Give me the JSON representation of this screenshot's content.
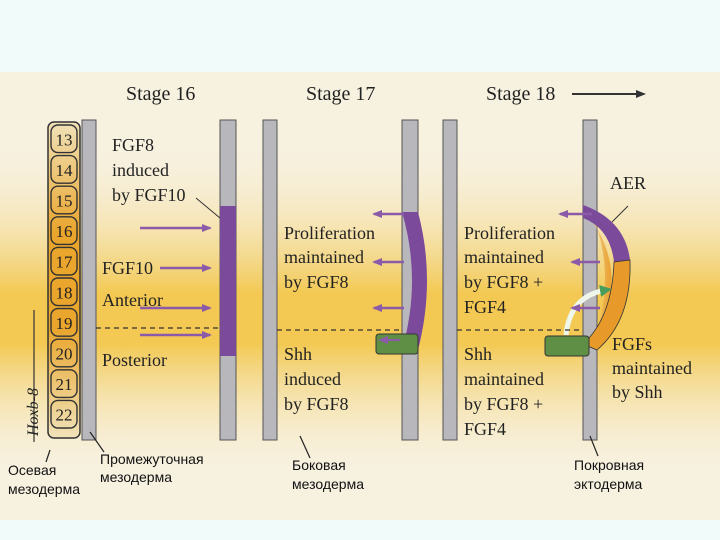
{
  "stages": [
    "Stage 16",
    "Stage 17",
    "Stage 18"
  ],
  "somites": [
    "13",
    "14",
    "15",
    "16",
    "17",
    "18",
    "19",
    "20",
    "21",
    "22"
  ],
  "hox_label": "Hoxb-8",
  "stage16": {
    "induced_lines": [
      "FGF8",
      "induced",
      "by FGF10"
    ],
    "fgf10": "FGF10",
    "anterior": "Anterior",
    "posterior": "Posterior"
  },
  "stage17": {
    "prolif_lines": [
      "Proliferation",
      "maintained",
      "by FGF8"
    ],
    "shh_lines": [
      "Shh",
      "induced",
      "by FGF8"
    ]
  },
  "stage18": {
    "aer": "AER",
    "prolif_lines": [
      "Proliferation",
      "maintained",
      "by FGF8 +",
      "FGF4"
    ],
    "shh_lines": [
      "Shh",
      "maintained",
      "by FGF8 +",
      "FGF4"
    ],
    "fgfs_lines": [
      "FGFs",
      "maintained",
      "by Shh"
    ]
  },
  "captions": {
    "axial": [
      "Осевая",
      "мезодерма"
    ],
    "intermediate": [
      "Промежуточная",
      "мезодерма"
    ],
    "lateral": [
      "Боковая",
      "мезодерма"
    ],
    "ectoderm": [
      "Покровная",
      "эктодерма"
    ]
  },
  "colors": {
    "page_bg": "#f0fbfa",
    "figure_bg": "#f7f1e0",
    "gradient_yellow": "#f2c23a",
    "somite_orange": "#e9a52c",
    "purple": "#7b4a9a",
    "shh_green": "#5f8f45",
    "aer_orange": "#e79a2a"
  }
}
